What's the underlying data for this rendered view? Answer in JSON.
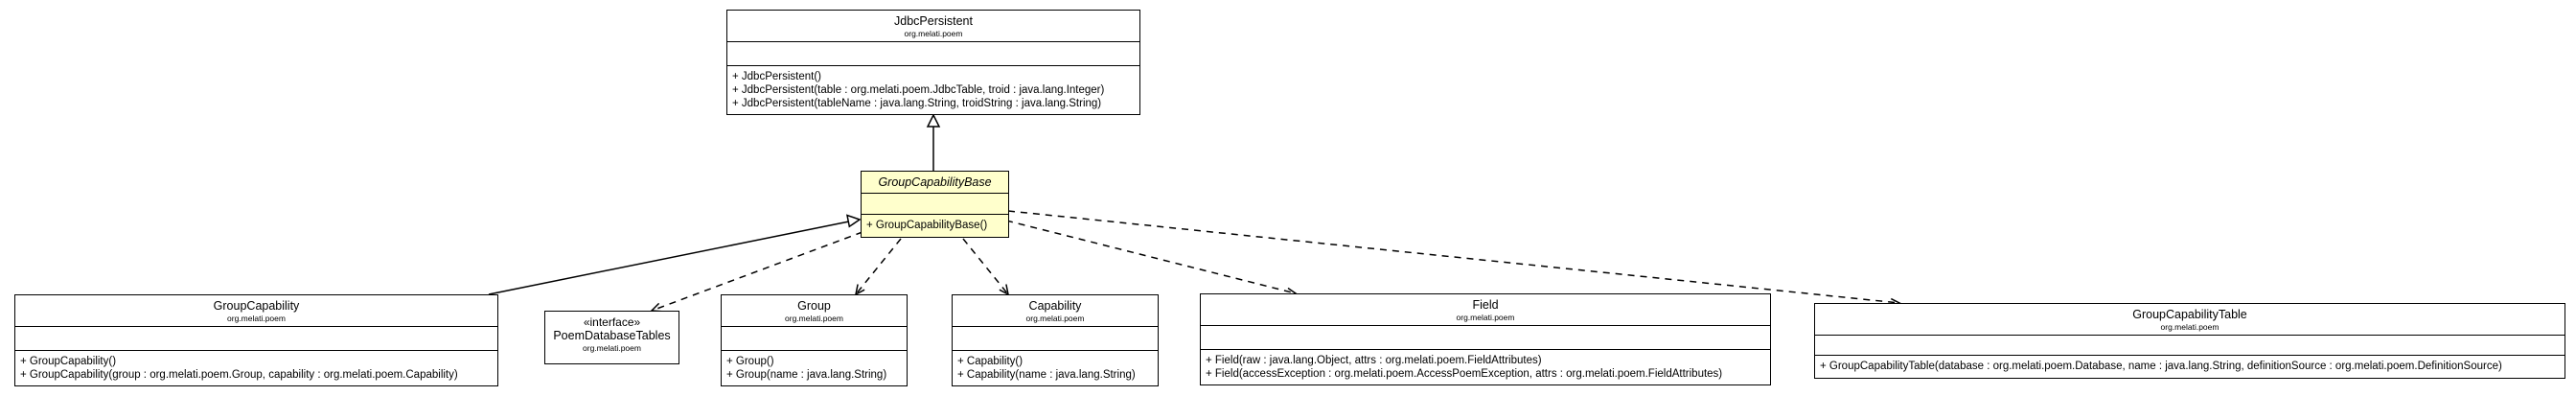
{
  "classes": {
    "jdbc_persistent": {
      "name": "JdbcPersistent",
      "package": "org.melati.poem",
      "operations": [
        "+ JdbcPersistent()",
        "+ JdbcPersistent(table : org.melati.poem.JdbcTable, troid : java.lang.Integer)",
        "+ JdbcPersistent(tableName : java.lang.String, troidString : java.lang.String)"
      ]
    },
    "group_capability_base": {
      "name": "GroupCapabilityBase",
      "operations": [
        "+ GroupCapabilityBase()"
      ]
    },
    "group_capability": {
      "name": "GroupCapability",
      "package": "org.melati.poem",
      "operations": [
        "+ GroupCapability()",
        "+ GroupCapability(group : org.melati.poem.Group, capability : org.melati.poem.Capability)"
      ]
    },
    "poem_database_tables": {
      "stereotype": "«interface»",
      "name": "PoemDatabaseTables",
      "package": "org.melati.poem"
    },
    "group": {
      "name": "Group",
      "package": "org.melati.poem",
      "operations": [
        "+ Group()",
        "+ Group(name : java.lang.String)"
      ]
    },
    "capability": {
      "name": "Capability",
      "package": "org.melati.poem",
      "operations": [
        "+ Capability()",
        "+ Capability(name : java.lang.String)"
      ]
    },
    "field": {
      "name": "Field",
      "package": "org.melati.poem",
      "operations": [
        "+ Field(raw : java.lang.Object, attrs : org.melati.poem.FieldAttributes)",
        "+ Field(accessException : org.melati.poem.AccessPoemException, attrs : org.melati.poem.FieldAttributes)"
      ]
    },
    "group_capability_table": {
      "name": "GroupCapabilityTable",
      "package": "org.melati.poem",
      "operations": [
        "+ GroupCapabilityTable(database : org.melati.poem.Database, name : java.lang.String, definitionSource : org.melati.poem.DefinitionSource)"
      ]
    }
  },
  "colors": {
    "focus_fill": "#ffffcc",
    "line": "#000000"
  },
  "relations": [
    {
      "type": "generalization",
      "from": "group_capability_base",
      "to": "jdbc_persistent"
    },
    {
      "type": "generalization",
      "from": "group_capability",
      "to": "group_capability_base"
    },
    {
      "type": "dependency",
      "from": "group_capability_base",
      "to": "poem_database_tables"
    },
    {
      "type": "dependency",
      "from": "group_capability_base",
      "to": "group"
    },
    {
      "type": "dependency",
      "from": "group_capability_base",
      "to": "capability"
    },
    {
      "type": "dependency",
      "from": "group_capability_base",
      "to": "field"
    },
    {
      "type": "dependency",
      "from": "group_capability_base",
      "to": "group_capability_table"
    }
  ]
}
